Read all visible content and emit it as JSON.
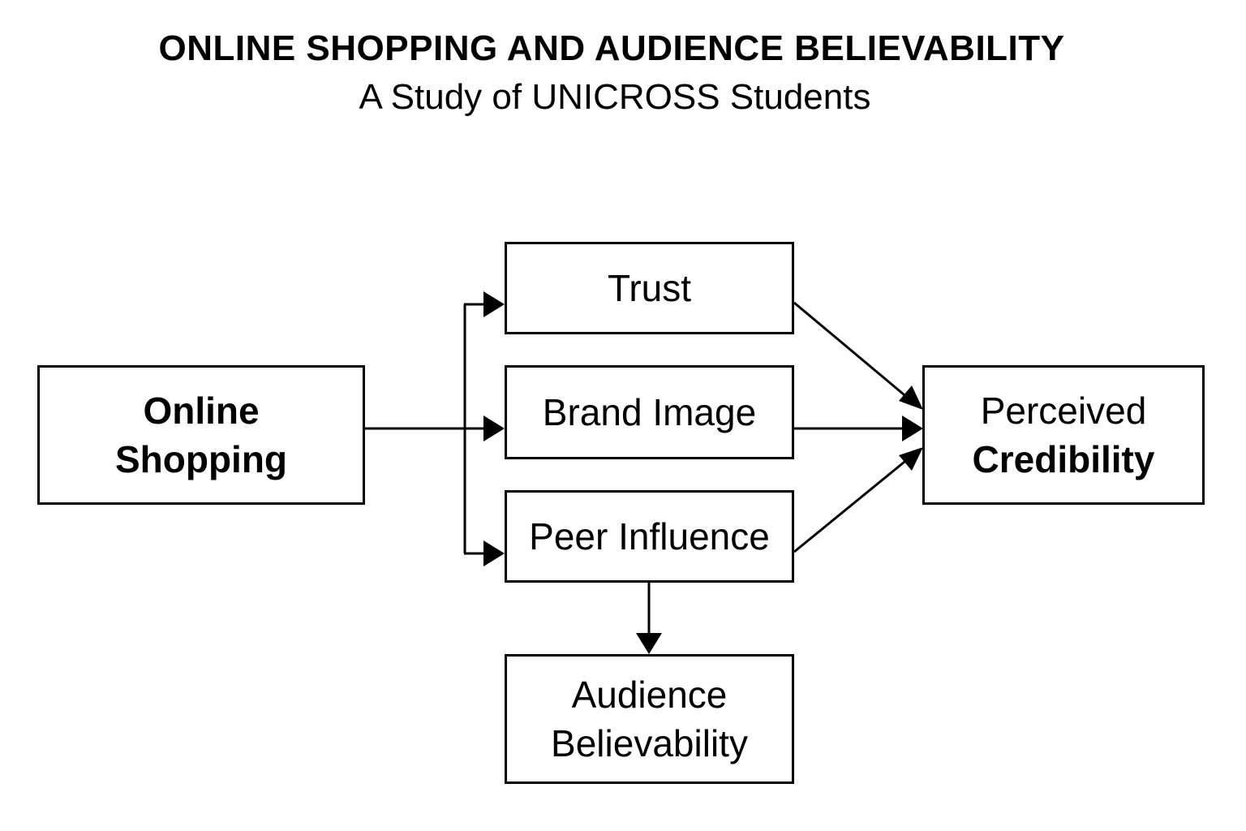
{
  "title": "ONLINE SHOPPING AND AUDIENCE BELIEVABILITY",
  "subtitle": "A Study of UNICROSS Students",
  "nodes": {
    "online_shopping": {
      "line1": "Online",
      "line2": "Shopping"
    },
    "trust": {
      "label": "Trust"
    },
    "brand_image": {
      "label": "Brand Image"
    },
    "peer_influence": {
      "label": "Peer Influence"
    },
    "audience_believability": {
      "line1": "Audience",
      "line2": "Believability"
    },
    "perceived_credibility": {
      "line1": "Perceived",
      "line2": "Credibility"
    }
  },
  "edges": [
    {
      "from": "online_shopping",
      "to": "trust"
    },
    {
      "from": "online_shopping",
      "to": "brand_image"
    },
    {
      "from": "online_shopping",
      "to": "peer_influence"
    },
    {
      "from": "trust",
      "to": "perceived_credibility"
    },
    {
      "from": "brand_image",
      "to": "perceived_credibility"
    },
    {
      "from": "peer_influence",
      "to": "perceived_credibility"
    },
    {
      "from": "peer_influence",
      "to": "audience_believability"
    }
  ],
  "colors": {
    "stroke": "#000000",
    "background": "#ffffff"
  }
}
